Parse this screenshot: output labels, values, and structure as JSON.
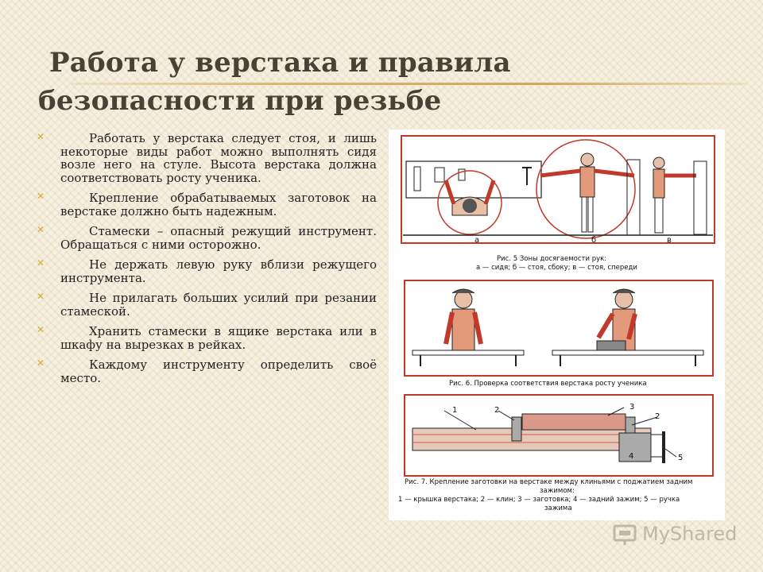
{
  "slide": {
    "title_line1": "Работа у верстака и правила",
    "title_line2": "безопасности при резьбе"
  },
  "bullets": [
    "Работать у верстака следует стоя, и лишь некоторые виды работ можно выполнять сидя возле него на стуле. Высота верстака должна соответствовать росту ученика.",
    "Крепление обрабатываемых заготовок на верстаке должно быть надежным.",
    "Стамески – опасный режущий инструмент. Обращаться с ними осторожно.",
    "Не держать левую руку вблизи режущего инструмента.",
    "Не прилагать больших усилий при резании стамеской.",
    "Хранить стамески в ящике верстака или в шкафу на вырезках в рейках.",
    "Каждому инструменту определить своё место."
  ],
  "figure": {
    "fig5_labels": [
      "а",
      "б",
      "в"
    ],
    "fig5_caption_1": "Рис. 5 Зоны досягаемости рук:",
    "fig5_caption_2": "а — сидя; б — стоя, сбоку; в — стоя, спереди",
    "fig6_caption": "Рис. 6. Проверка соответствия верстака росту ученика",
    "fig7_numbers": [
      "1",
      "2",
      "3",
      "2",
      "4",
      "5"
    ],
    "fig7_caption_1": "Рис. 7. Крепление заготовки на верстаке между клиньями с поджатием задним",
    "fig7_caption_2": "зажимом:",
    "fig7_caption_3": "1 — крышка верстака; 2 — клин; 3 — заготовка; 4 — задний зажим; 5 — ручка",
    "fig7_caption_4": "зажима"
  },
  "watermark": {
    "text": "MyShared",
    "icon": "myshared-logo-icon"
  },
  "colors": {
    "title": "#4a4135",
    "bullet_marker": "#d9a73a",
    "background": "#f6f0e3",
    "figure_red": "#c0392b"
  }
}
